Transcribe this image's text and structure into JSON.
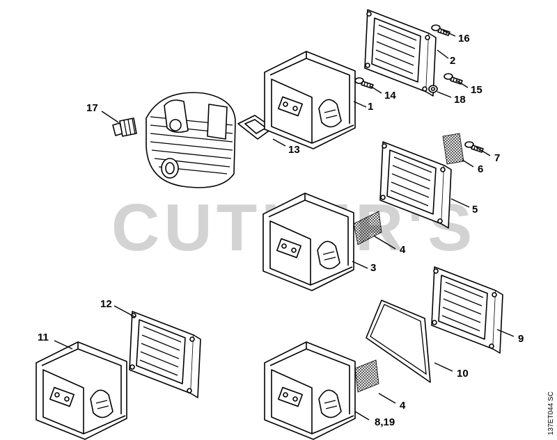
{
  "watermark": {
    "text": "CUTLER'S",
    "color": "#d3d3d3"
  },
  "drawing_code": "137ET044 SC",
  "callouts": [
    {
      "id": "c1",
      "label": "1"
    },
    {
      "id": "c2",
      "label": "2"
    },
    {
      "id": "c3",
      "label": "3"
    },
    {
      "id": "c4a",
      "label": "4"
    },
    {
      "id": "c4b",
      "label": "4"
    },
    {
      "id": "c5",
      "label": "5"
    },
    {
      "id": "c6",
      "label": "6"
    },
    {
      "id": "c7",
      "label": "7"
    },
    {
      "id": "c819",
      "label": "8,19"
    },
    {
      "id": "c9",
      "label": "9"
    },
    {
      "id": "c10",
      "label": "10"
    },
    {
      "id": "c11",
      "label": "11"
    },
    {
      "id": "c12",
      "label": "12"
    },
    {
      "id": "c13",
      "label": "13"
    },
    {
      "id": "c14",
      "label": "14"
    },
    {
      "id": "c15",
      "label": "15"
    },
    {
      "id": "c16",
      "label": "16"
    },
    {
      "id": "c17",
      "label": "17"
    },
    {
      "id": "c18",
      "label": "18"
    }
  ]
}
